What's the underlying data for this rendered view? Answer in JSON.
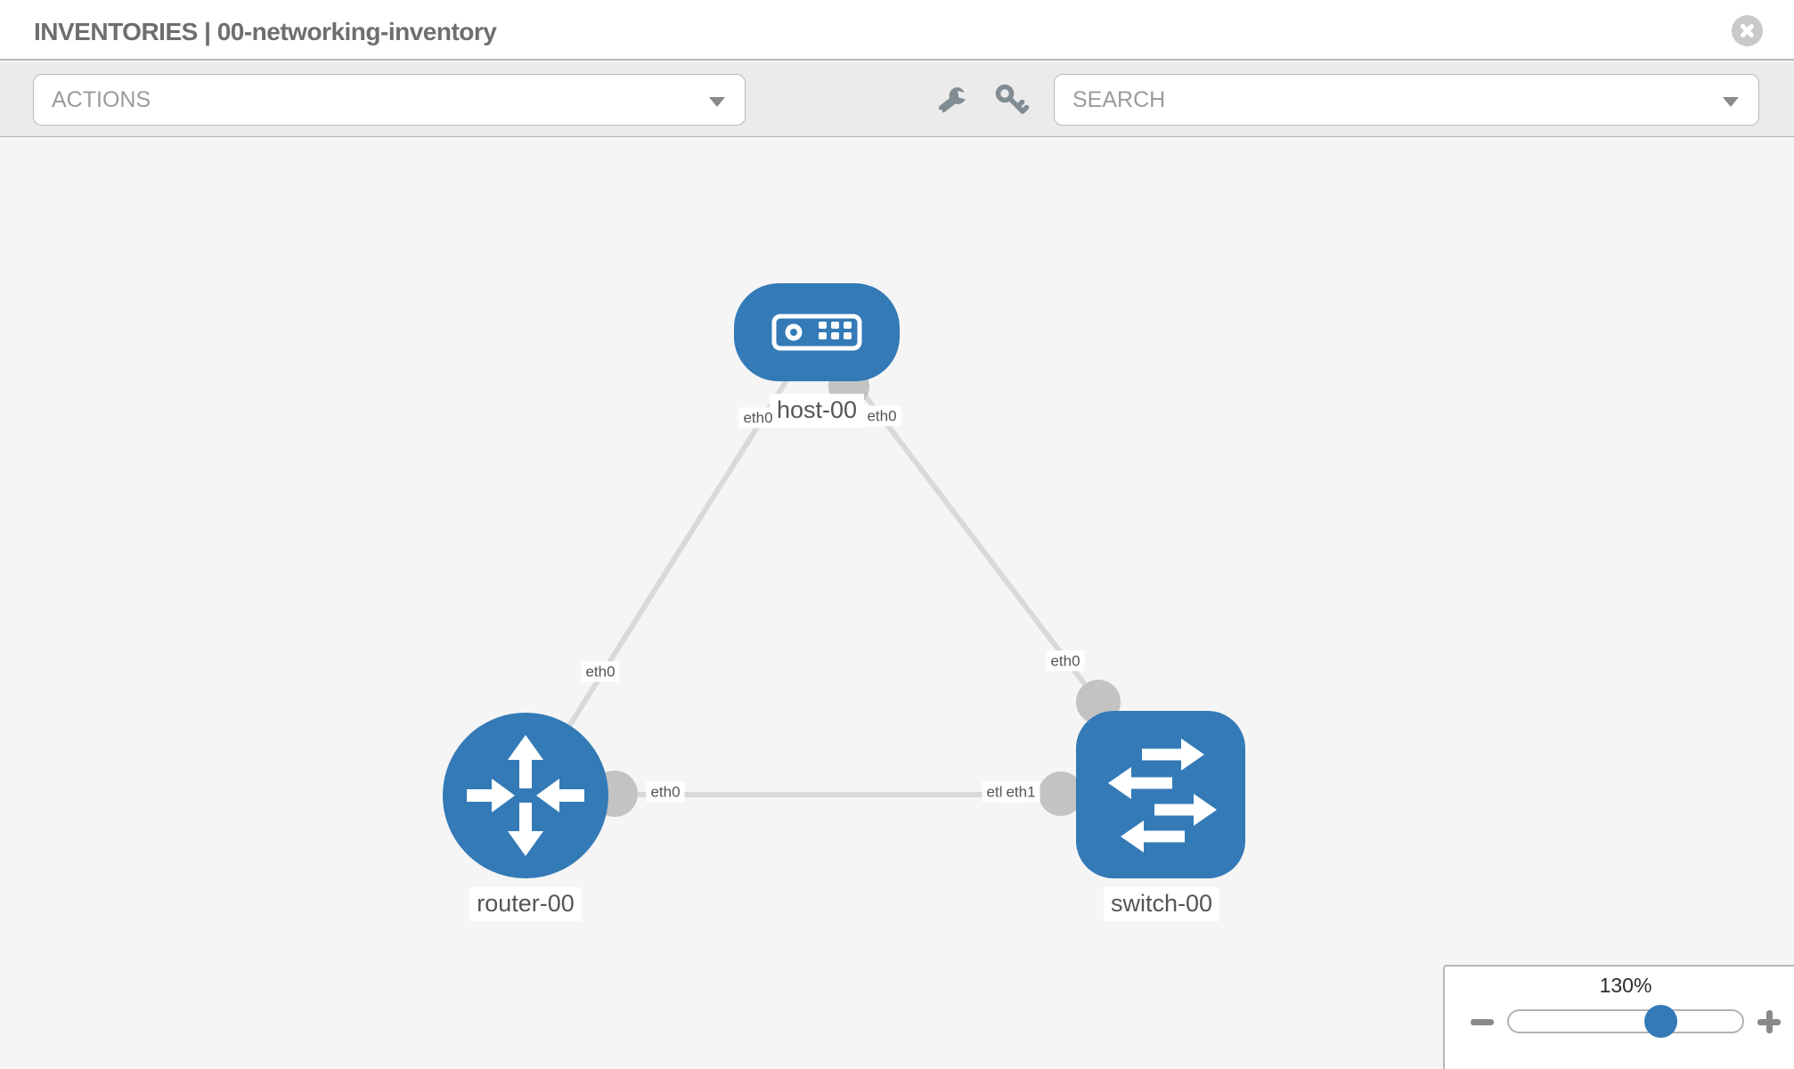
{
  "header": {
    "title": "INVENTORIES | 00-networking-inventory"
  },
  "toolbar": {
    "actions_label": "ACTIONS",
    "search_label": "SEARCH",
    "icons": [
      "wrench-icon",
      "key-icon"
    ]
  },
  "topology": {
    "nodes": [
      {
        "label": "host-00",
        "type": "host"
      },
      {
        "label": "router-00",
        "type": "router"
      },
      {
        "label": "switch-00",
        "type": "switch"
      }
    ],
    "links": [
      {
        "from": "host-00",
        "to": "router-00"
      },
      {
        "from": "host-00",
        "to": "switch-00"
      },
      {
        "from": "router-00",
        "to": "switch-00"
      }
    ],
    "interface_labels": [
      {
        "text": "eth0",
        "near": "host-00-left"
      },
      {
        "text": "eth0",
        "near": "host-00-right"
      },
      {
        "text": "eth0",
        "near": "link-to-router"
      },
      {
        "text": "eth0",
        "near": "link-to-switch-top"
      },
      {
        "text": "eth0",
        "near": "router-00-right"
      },
      {
        "text": "eth0",
        "near": "switch-00-left-back"
      },
      {
        "text": "eth1",
        "near": "switch-00-left-front"
      }
    ]
  },
  "zoom_control": {
    "level": "130%"
  },
  "colors": {
    "node_blue": "#337ab7",
    "link_gray": "#d9d9d9",
    "port_gray": "#c3c3c3",
    "toolbar_bg": "#ebebeb",
    "canvas_bg": "#f5f5f5"
  }
}
